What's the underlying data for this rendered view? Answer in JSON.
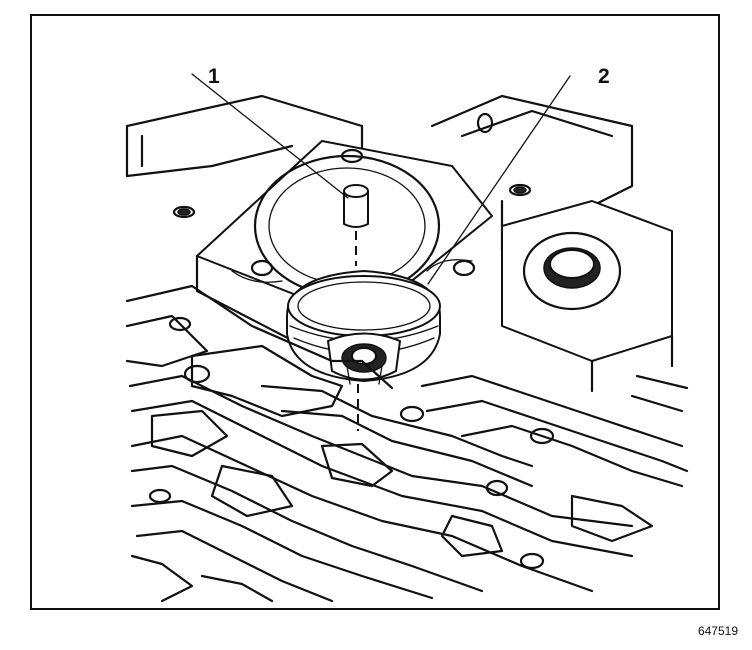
{
  "figure": {
    "callouts": [
      {
        "id": "1"
      },
      {
        "id": "2"
      }
    ],
    "labels": {
      "one": "1",
      "two": "2"
    },
    "figure_number": "647519",
    "line_color": "#111111",
    "background": "#ffffff"
  }
}
